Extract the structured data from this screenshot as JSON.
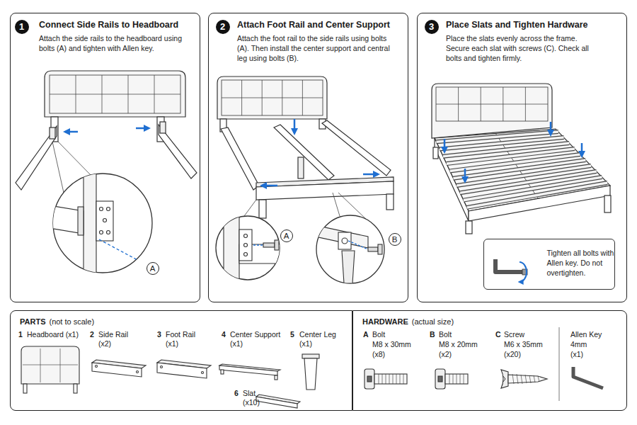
{
  "diagram": {
    "nodes": [
      {
        "text": [
          "Connect Side Rails to Headboard",
          "Attach the side rails to the headboard using bolts (A) and tighten with Allen key."
        ]
      },
      {
        "text": [
          "1"
        ],
        "in": 0
      },
      {
        "text": [
          "A"
        ],
        "in": 0
      },
      {
        "text": [
          "Attach Foot Rail and Center Support",
          "Attach the foot rail to the side rails using bolts (A). Then install the center support and central leg using bolts (B)."
        ]
      },
      {
        "text": [
          "2"
        ],
        "in": 3
      },
      {
        "text": [
          "A"
        ],
        "in": 3
      },
      {
        "text": [
          "B"
        ],
        "in": 3
      },
      {
        "text": [
          "Place Slats and Tighten Hardware",
          "Place the slats evenly across the frame. Secure each slat with screws (C). Check all bolts and tighten firmly."
        ]
      },
      {
        "text": [
          "3"
        ],
        "in": 7
      },
      {
        "text": [
          "Tighten all bolts with Allen key. Do not overtighten."
        ],
        "in": 7
      },
      {
        "text": [
          "PARTS",
          "(not to scale)"
        ]
      },
      {
        "text": [
          "HARDWARE",
          "(actual size)"
        ]
      }
    ],
    "labels": [
      "1",
      "Headboard (x1)",
      "2",
      "Side Rail (x2)",
      "3",
      "Foot Rail (x1)",
      "4",
      "Center Support (x1)",
      "5",
      "Center Leg (x1)",
      "6",
      "Slat (x10)",
      "A",
      "Bolt",
      "M8 x 30mm",
      "(x8)",
      "B",
      "Bolt",
      "M8 x 20mm",
      "(x2)",
      "C",
      "Screw",
      "M6 x 35mm",
      "(x20)",
      "Allen Key",
      "4mm",
      "(x1)"
    ]
  }
}
